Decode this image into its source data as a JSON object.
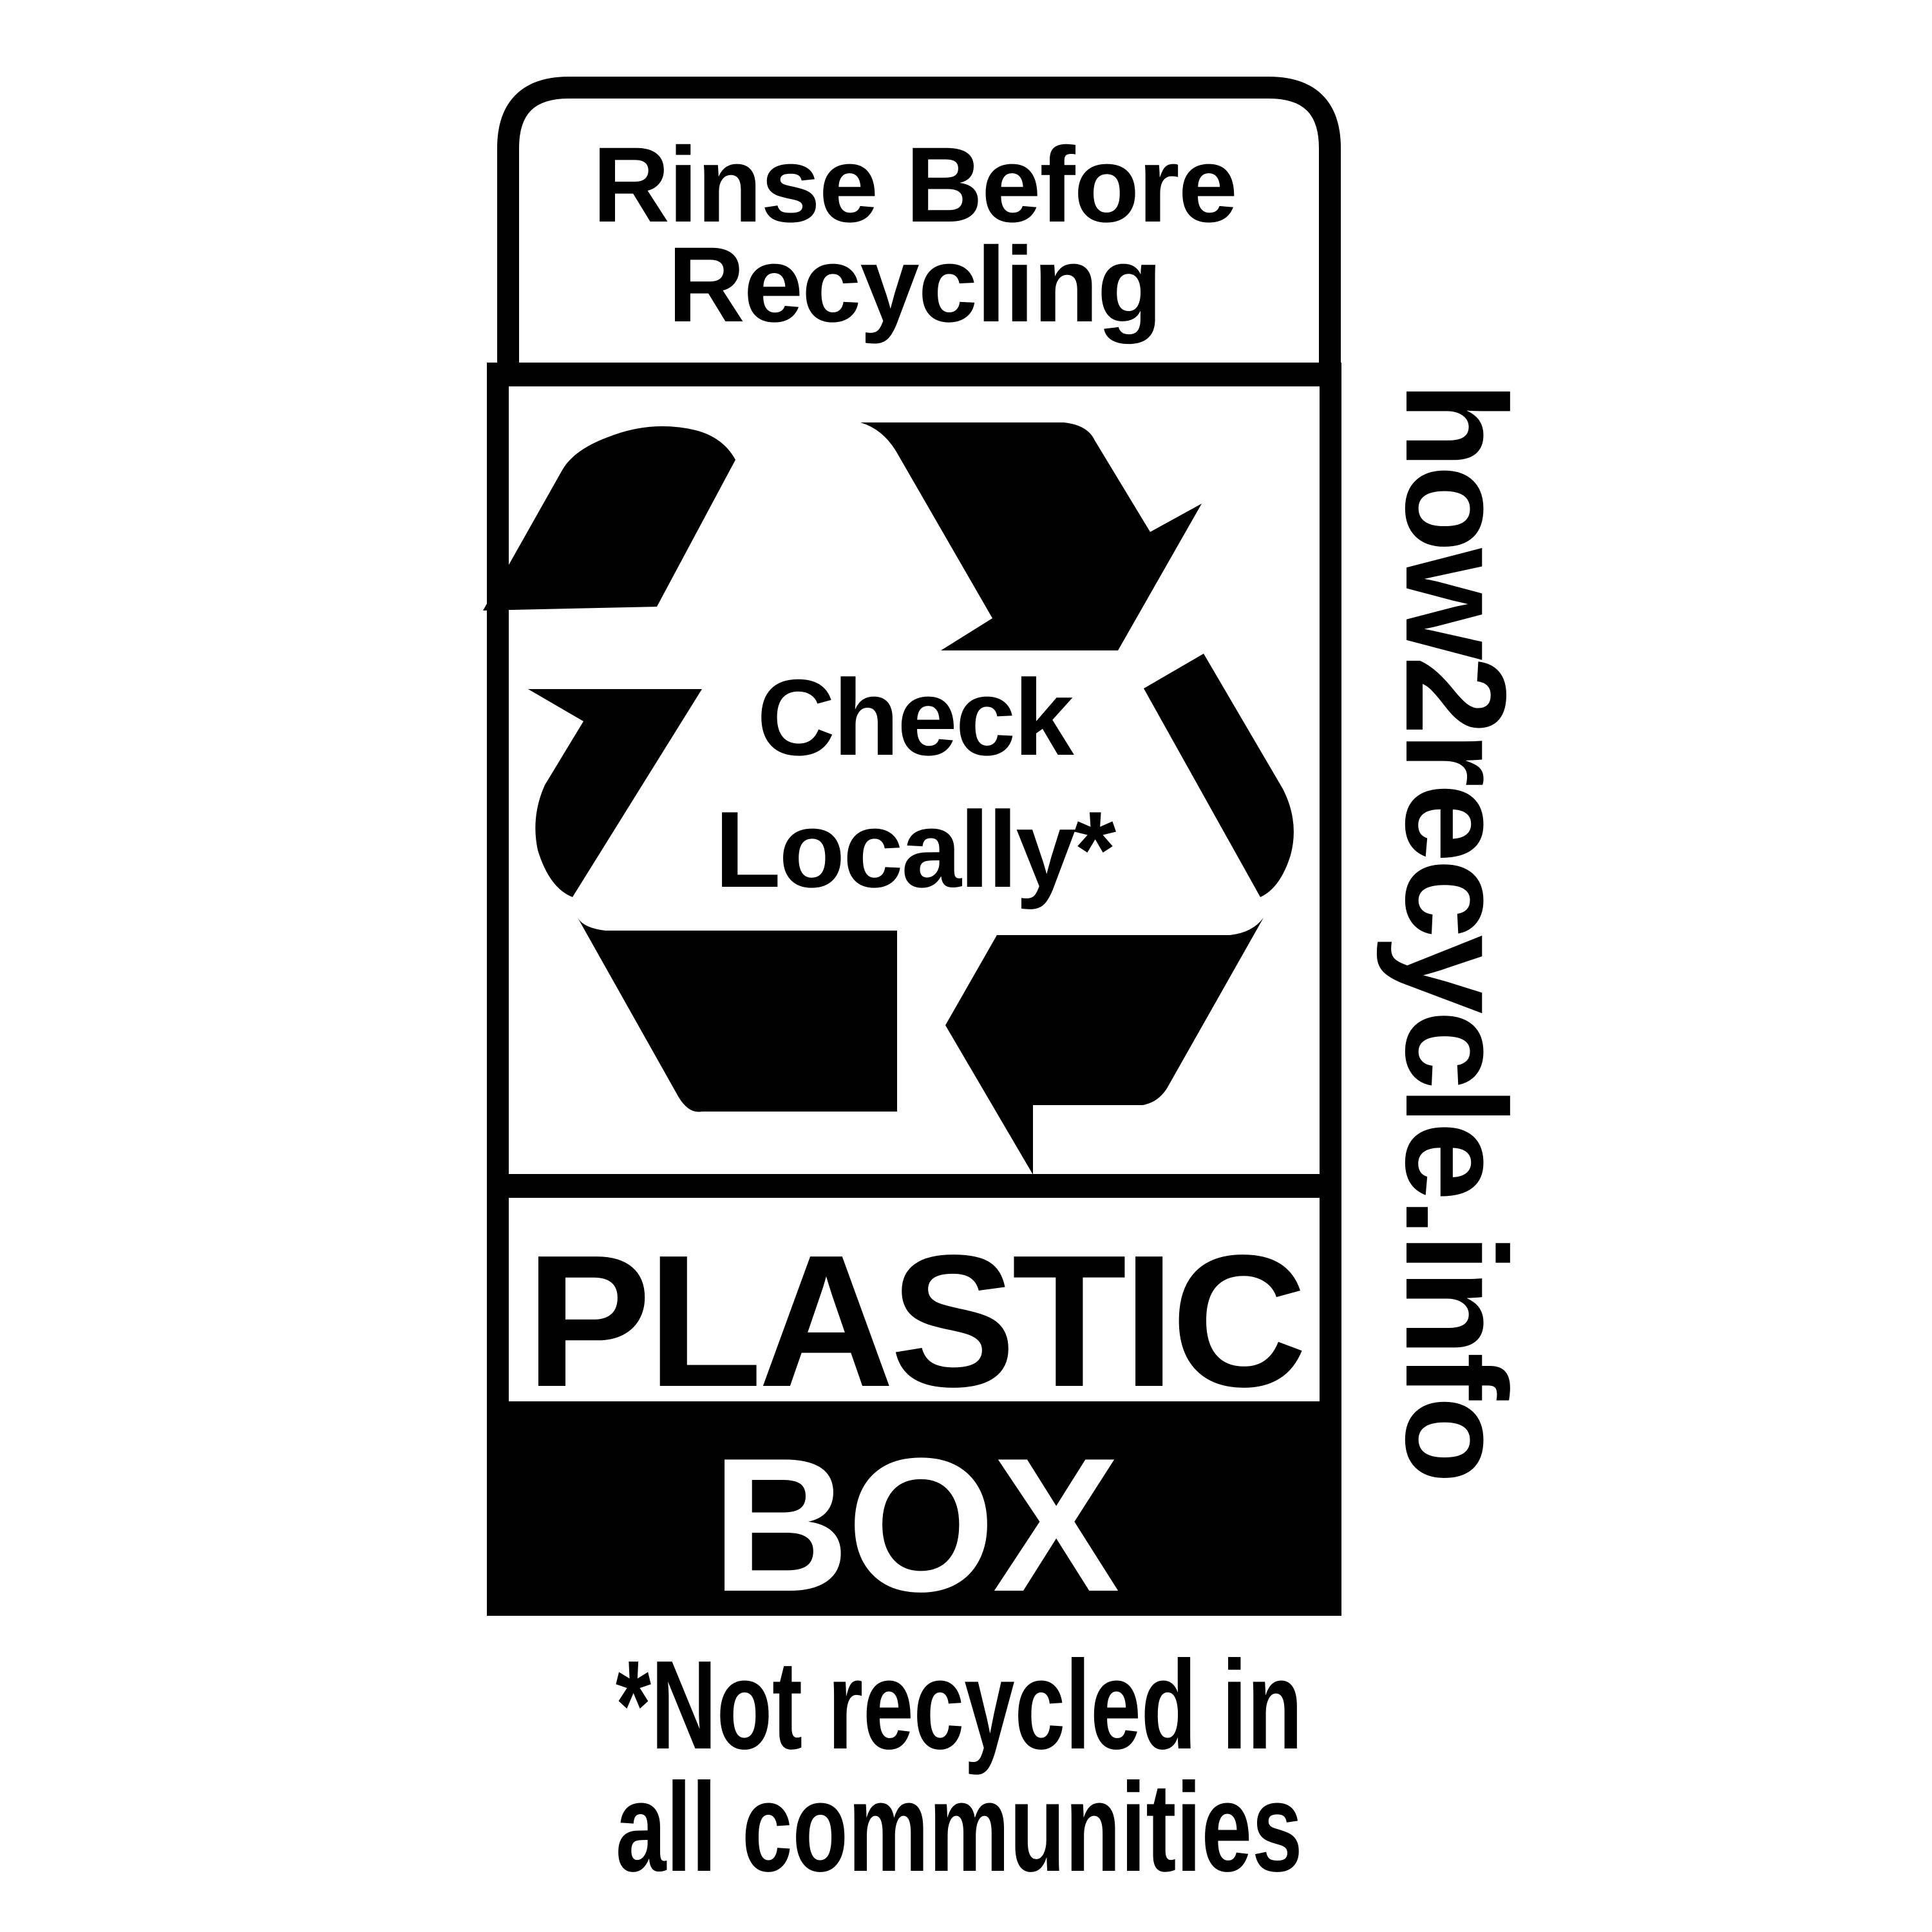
{
  "label": {
    "instruction": [
      "Rinse Before",
      "Recycling"
    ],
    "recycle_status": [
      "Check",
      "Locally*"
    ],
    "material": "PLASTIC",
    "format": "BOX",
    "website": "how2recycle.info",
    "footnote": [
      "*Not recycled in",
      "all communities"
    ]
  },
  "colors": {
    "ink": "#000000",
    "background": "#ffffff"
  },
  "icons": {
    "recycle": "recycle-arrows-icon"
  }
}
